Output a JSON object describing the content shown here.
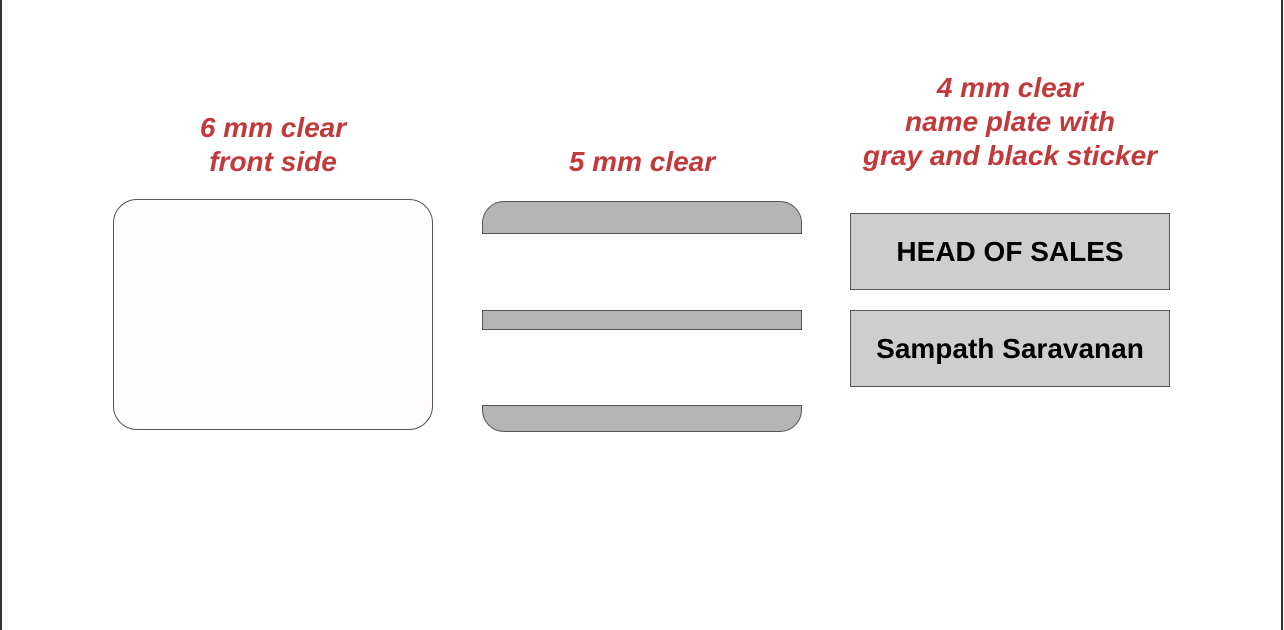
{
  "colors": {
    "caption": "#c1393b",
    "strip_fill": "#b4b4b4",
    "sticker_fill": "#cecece",
    "sticker_text": "#000000",
    "clear_plate_fill": "#fffcfd",
    "outline": "#555555"
  },
  "captions": [
    {
      "lines": [
        "6 mm clear",
        "front side"
      ]
    },
    {
      "lines": [
        "5 mm clear"
      ]
    },
    {
      "lines": [
        "4 mm clear",
        "name plate with",
        "gray and black sticker"
      ]
    }
  ],
  "name_plate": {
    "title": "HEAD OF SALES",
    "name": "Sampath Saravanan"
  }
}
